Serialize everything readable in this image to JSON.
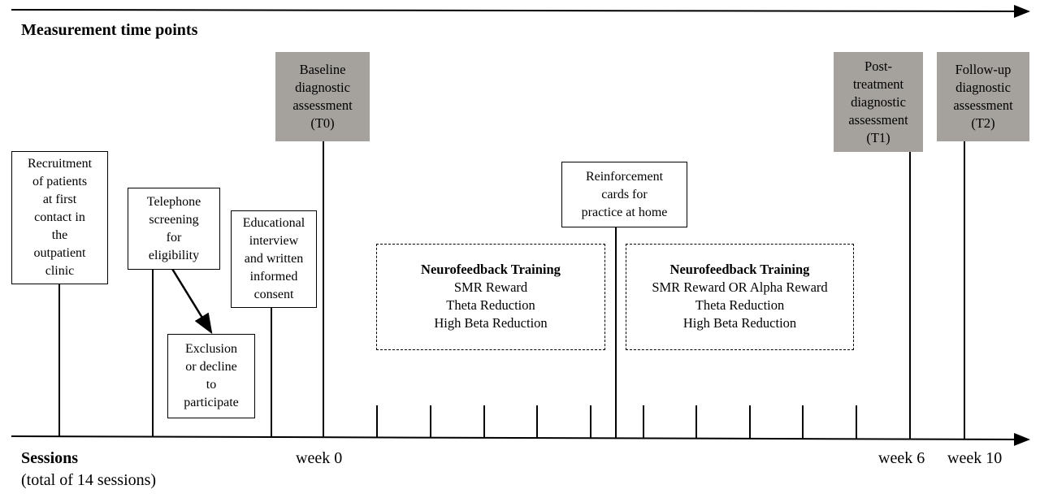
{
  "header": {
    "title": "Measurement time points"
  },
  "footer": {
    "sessions_label": "Sessions",
    "sessions_note": "(total of 14 sessions)",
    "week_labels": [
      "week 0",
      "week 6",
      "week 10"
    ]
  },
  "measurement_boxes": [
    {
      "lines": [
        "Baseline",
        "diagnostic",
        "assessment",
        "(T0)"
      ]
    },
    {
      "lines": [
        "Post-",
        "treatment",
        "diagnostic",
        "assessment",
        "(T1)"
      ]
    },
    {
      "lines": [
        "Follow-up",
        "diagnostic",
        "assessment",
        "(T2)"
      ]
    }
  ],
  "step_boxes": [
    {
      "lines": [
        "Recruitment",
        "of patients",
        "at first",
        "contact in",
        "the",
        "outpatient",
        "clinic"
      ]
    },
    {
      "lines": [
        "Telephone",
        "screening",
        "for",
        "eligibility"
      ]
    },
    {
      "lines": [
        "Exclusion",
        "or decline",
        "to",
        "participate"
      ]
    },
    {
      "lines": [
        "Educational",
        "interview",
        "and written",
        "informed",
        "consent"
      ]
    },
    {
      "lines": [
        "Reinforcement",
        "cards for",
        "practice at home"
      ]
    }
  ],
  "training_blocks": [
    {
      "title": "Neurofeedback Training",
      "lines": [
        "SMR Reward",
        "Theta Reduction",
        "High Beta Reduction"
      ]
    },
    {
      "title": "Neurofeedback Training",
      "lines": [
        "SMR Reward OR Alpha Reward",
        "Theta Reduction",
        "High Beta Reduction"
      ]
    }
  ],
  "colors": {
    "assessment_box": "#a5a29e",
    "line": "#000000"
  }
}
